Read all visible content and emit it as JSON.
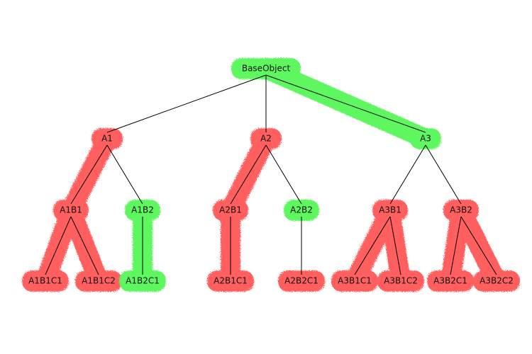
{
  "colors": {
    "failed": "#ff5f5f",
    "passed": "#5ff75f",
    "edge": "#000000",
    "background": "#ffffff"
  },
  "nodes": [
    {
      "id": "BaseObject",
      "label": "BaseObject",
      "status": "passed"
    },
    {
      "id": "A1",
      "label": "A1",
      "status": "failed"
    },
    {
      "id": "A2",
      "label": "A2",
      "status": "failed"
    },
    {
      "id": "A3",
      "label": "A3",
      "status": "passed"
    },
    {
      "id": "A1B1",
      "label": "A1B1",
      "status": "failed"
    },
    {
      "id": "A1B2",
      "label": "A1B2",
      "status": "passed"
    },
    {
      "id": "A2B1",
      "label": "A2B1",
      "status": "failed"
    },
    {
      "id": "A2B2",
      "label": "A2B2",
      "status": "passed"
    },
    {
      "id": "A3B1",
      "label": "A3B1",
      "status": "failed"
    },
    {
      "id": "A3B2",
      "label": "A3B2",
      "status": "failed"
    },
    {
      "id": "A1B1C1",
      "label": "A1B1C1",
      "status": "failed"
    },
    {
      "id": "A1B1C2",
      "label": "A1B1C2",
      "status": "failed"
    },
    {
      "id": "A1B2C1",
      "label": "A1B2C1",
      "status": "passed"
    },
    {
      "id": "A2B1C1",
      "label": "A2B1C1",
      "status": "failed"
    },
    {
      "id": "A2B2C1",
      "label": "A2B2C1",
      "status": "failed"
    },
    {
      "id": "A3B1C1",
      "label": "A3B1C1",
      "status": "failed"
    },
    {
      "id": "A3B1C2",
      "label": "A3B1C2",
      "status": "failed"
    },
    {
      "id": "A3B2C1",
      "label": "A3B2C1",
      "status": "failed"
    },
    {
      "id": "A3B2C2",
      "label": "A3B2C2",
      "status": "failed"
    }
  ],
  "edges": [
    [
      "BaseObject",
      "A1"
    ],
    [
      "BaseObject",
      "A2"
    ],
    [
      "BaseObject",
      "A3"
    ],
    [
      "A1",
      "A1B1"
    ],
    [
      "A1",
      "A1B2"
    ],
    [
      "A2",
      "A2B1"
    ],
    [
      "A2",
      "A2B2"
    ],
    [
      "A3",
      "A3B1"
    ],
    [
      "A3",
      "A3B2"
    ],
    [
      "A1B1",
      "A1B1C1"
    ],
    [
      "A1B1",
      "A1B1C2"
    ],
    [
      "A1B2",
      "A1B2C1"
    ],
    [
      "A2B1",
      "A2B1C1"
    ],
    [
      "A2B2",
      "A2B2C1"
    ],
    [
      "A3B1",
      "A3B1C1"
    ],
    [
      "A3B1",
      "A3B1C2"
    ],
    [
      "A3B2",
      "A3B2C1"
    ],
    [
      "A3B2",
      "A3B2C2"
    ]
  ]
}
